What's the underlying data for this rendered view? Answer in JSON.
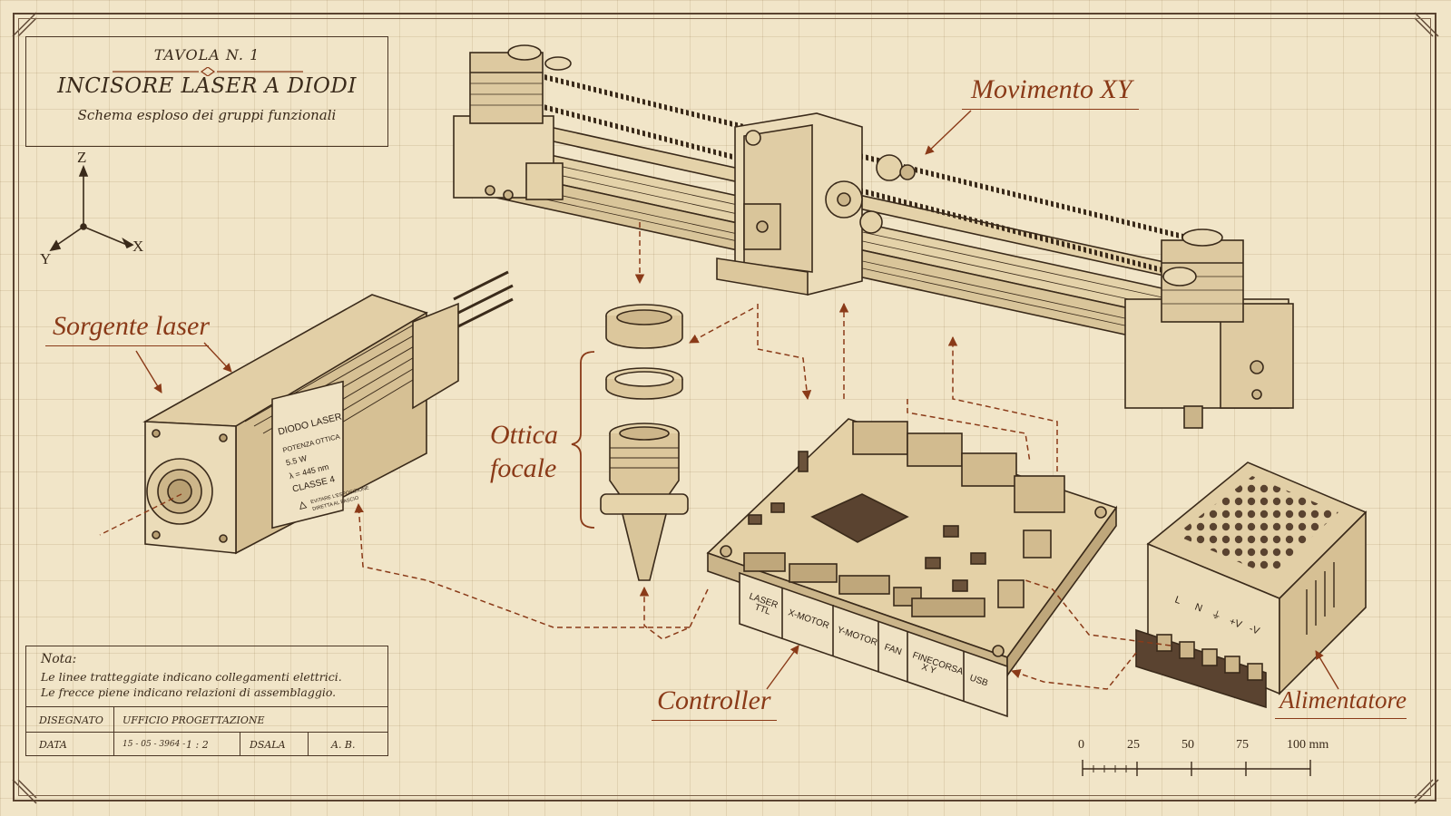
{
  "title_block": {
    "sheet": "TAVOLA N. 1",
    "title": "INCISORE LASER A DIODI",
    "subtitle": "Schema esploso dei gruppi funzionali"
  },
  "axes": {
    "z": "Z",
    "x": "X",
    "y": "Y"
  },
  "components": {
    "xy_motion": "Movimento XY",
    "laser_source": "Sorgente laser",
    "optics_line1": "Ottica",
    "optics_line2": "focale",
    "controller": "Controller",
    "power_supply": "Alimentatore"
  },
  "laser_plate": {
    "line1": "DIODO LASER",
    "line2": "POTENZA OTTICA",
    "line3": "5.5 W",
    "line4": "λ = 445 nm",
    "line5": "CLASSE 4",
    "warning1": "EVITARE L'ESPOSIZIONE",
    "warning2": "DIRETTA AL FASCIO"
  },
  "controller_connectors": {
    "laser": "LASER",
    "ttl": "TTL",
    "x_motor": "X-MOTOR",
    "y_motor": "Y-MOTOR",
    "fan": "FAN",
    "endstop": "FINECORSA",
    "endstop_xy": "X    Y",
    "usb": "USB"
  },
  "psu_terminals": [
    "L",
    "N",
    "⏚",
    "+V",
    "-V"
  ],
  "note": {
    "title": "Nota:",
    "line1": "Le linee tratteggiate indicano collegamenti elettrici.",
    "line2": "Le frecce piene indicano relazioni di assemblaggio.",
    "drawn_label": "DISEGNATO",
    "drawn_value": "UFFICIO PROGETTAZIONE",
    "date_label": "DATA",
    "date_value": "15 - 05 - 3964 -",
    "ratio": "1 : 2",
    "scale_label": "DSALA",
    "initials": "A. B."
  },
  "scale_bar": {
    "ticks": [
      "0",
      "25",
      "50",
      "75",
      "100 mm"
    ]
  },
  "colors": {
    "paper": "#f1e5c8",
    "ink": "#3a2a1a",
    "accent": "#8a3a18"
  }
}
